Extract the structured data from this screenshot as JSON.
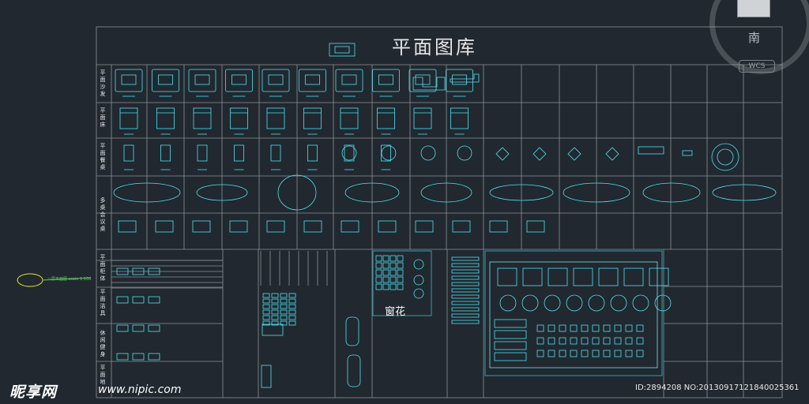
{
  "drawing": {
    "title": "平面图库",
    "row_labels": [
      "平面沙发",
      "平面床",
      "平面餐桌",
      "多桌会议桌",
      "平面柜体",
      "平面洁具",
      "休闲健身",
      "平面地"
    ],
    "window_flower_label": "窗花",
    "compass_south": "南",
    "wcs_label": "WCS",
    "left_annotation": "一层平面图 scale 1:100"
  },
  "watermark": {
    "logo": "昵享网",
    "url": "www.nipic.com",
    "image_id": "ID:2894208 NO:20130917121840025361"
  },
  "colors": {
    "background": "#212830",
    "grid_line": "#8c9196",
    "cyan": "#4fe3ee",
    "white": "#e6e6e6",
    "highlight_frame": "#2fbfd0",
    "ellipse_yellow": "#e6e61e"
  }
}
